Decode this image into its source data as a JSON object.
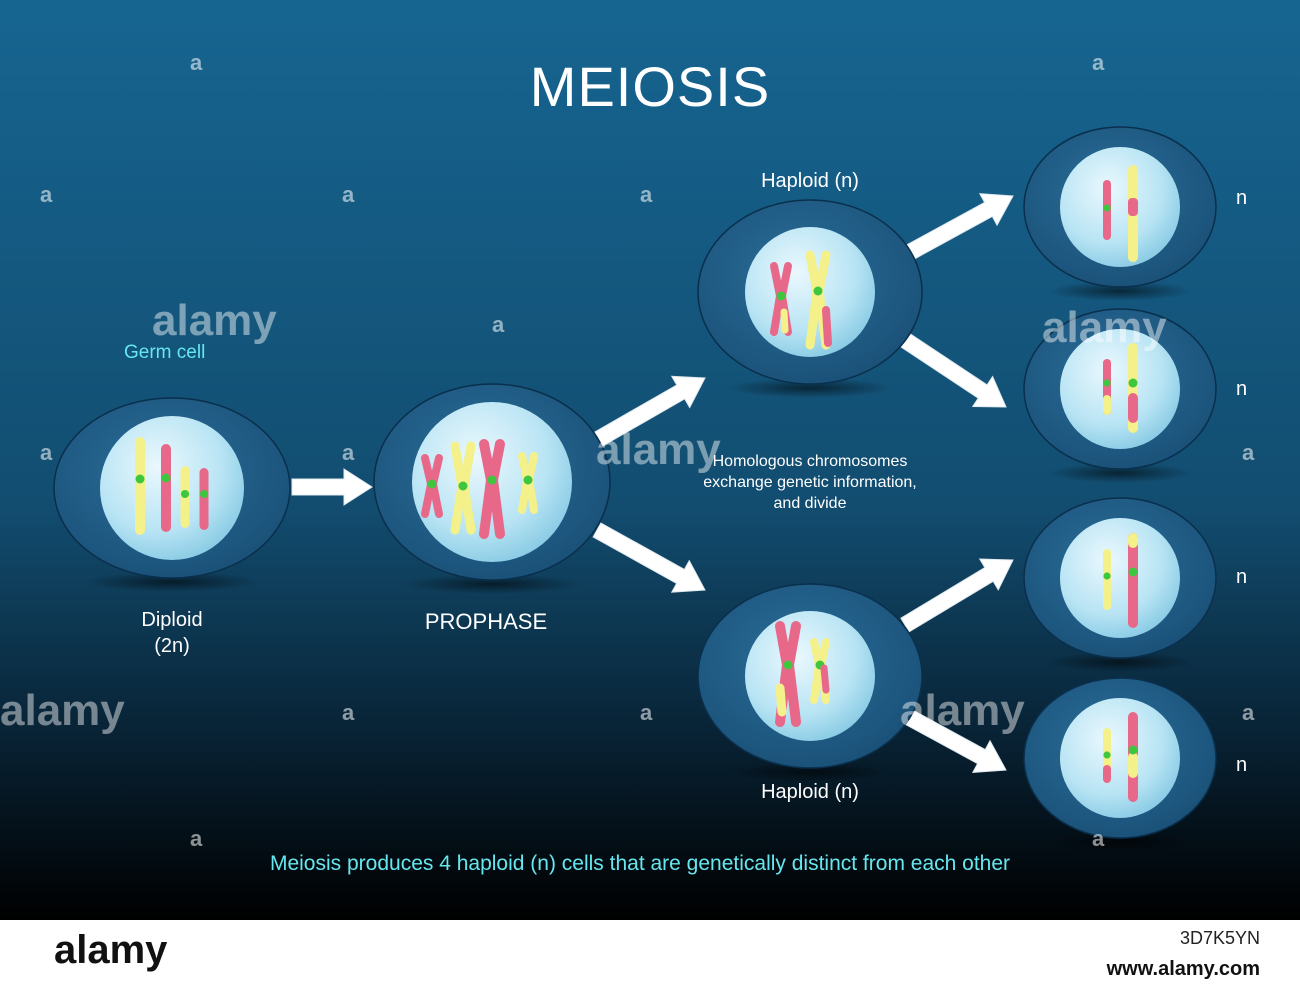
{
  "title": "MEIOSIS",
  "labels": {
    "germ_cell": "Germ cell",
    "diploid": "Diploid",
    "diploid_ploidy": "(2n)",
    "prophase": "PROPHASE",
    "haploid_top": "Haploid (n)",
    "haploid_bottom": "Haploid (n)",
    "exchange_line1": "Homologous chromosomes",
    "exchange_line2": "exchange genetic information,",
    "exchange_line3": "and divide",
    "n1": "n",
    "n2": "n",
    "n3": "n",
    "n4": "n",
    "summary": "Meiosis produces 4 haploid (n) cells that are genetically distinct from each other"
  },
  "watermark": {
    "brand": "alamy",
    "letter": "a",
    "image_id": "3D7K5YN",
    "site": "www.alamy.com"
  },
  "colors": {
    "background_top": "#166591",
    "background_bottom": "#000000",
    "cell_fill": "#1e5a84",
    "nucleus": "#b8e4f4",
    "chromosome_pink": "#e8688a",
    "chromosome_yellow": "#f4f08a",
    "centromere": "#3fc63f",
    "arrow": "#ffffff",
    "highlight_text": "#66e6ee"
  }
}
